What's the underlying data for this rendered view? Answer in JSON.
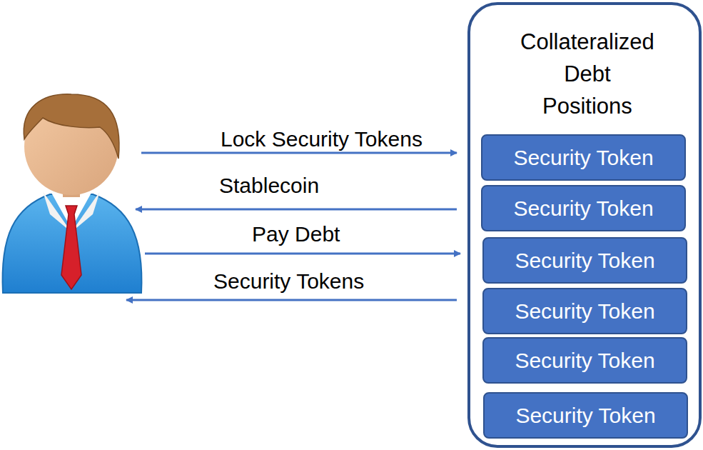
{
  "diagram": {
    "nodes": [
      {
        "text": [
          "Collateralized Debt Positions"
        ]
      },
      {
        "text": [
          "Security Token"
        ],
        "in": 0
      },
      {
        "text": [
          "Security Token"
        ],
        "in": 0
      },
      {
        "text": [
          "Security Token"
        ],
        "in": 0
      },
      {
        "text": [
          "Security Token"
        ],
        "in": 0
      },
      {
        "text": [
          "Security Token"
        ],
        "in": 0
      },
      {
        "text": [
          "Security Token"
        ],
        "in": 0
      }
    ],
    "labels": [
      "Lock Security Tokens",
      "Stablecoin",
      "Pay Debt",
      "Security Tokens"
    ]
  }
}
